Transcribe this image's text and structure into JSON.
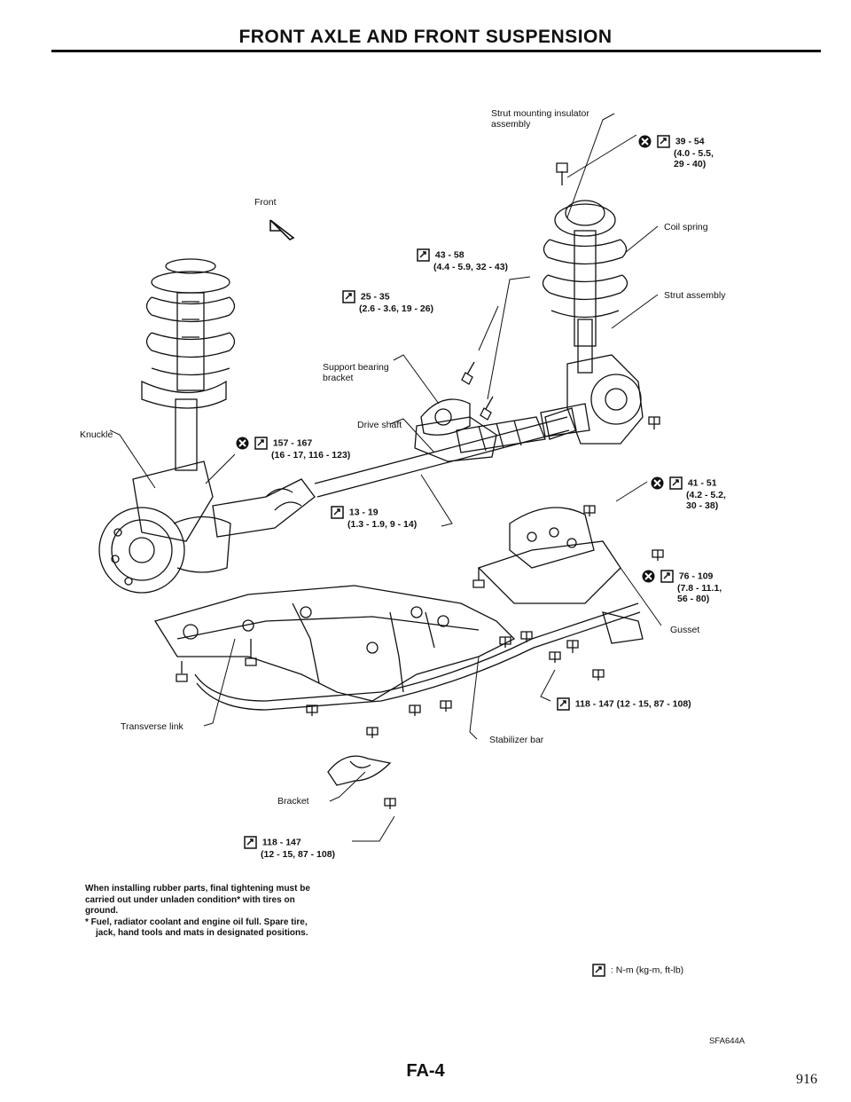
{
  "header": {
    "title": "FRONT AXLE AND FRONT SUSPENSION"
  },
  "labels": {
    "front": "Front",
    "strut_mounting_line1": "Strut mounting insulator",
    "strut_mounting_line2": "assembly",
    "coil_spring": "Coil spring",
    "strut_assembly": "Strut assembly",
    "support_bearing_line1": "Support bearing",
    "support_bearing_line2": "bracket",
    "drive_shaft": "Drive shaft",
    "knuckle": "Knuckle",
    "gusset": "Gusset",
    "transverse_link": "Transverse link",
    "stabilizer_bar": "Stabilizer bar",
    "bracket": "Bracket"
  },
  "torques": {
    "t39": [
      "39 - 54",
      "(4.0 - 5.5,",
      "29 - 40)"
    ],
    "t43": [
      "43 - 58",
      "(4.4 - 5.9, 32 - 43)"
    ],
    "t25": [
      "25 - 35",
      "(2.6 - 3.6, 19 - 26)"
    ],
    "t157": [
      "157 - 167",
      "(16 - 17, 116 - 123)"
    ],
    "t13": [
      "13 - 19",
      "(1.3 - 1.9, 9 - 14)"
    ],
    "t41": [
      "41 - 51",
      "(4.2 - 5.2,",
      "30 - 38)"
    ],
    "t76": [
      "76 - 109",
      "(7.8 - 11.1,",
      "56 - 80)"
    ],
    "t118a": [
      "118 - 147 (12 - 15, 87 - 108)"
    ],
    "t118b": [
      "118 - 147",
      "(12 - 15, 87 - 108)"
    ]
  },
  "note": {
    "main": "When installing rubber parts, final tightening must be carried out under unladen condition* with tires on ground.",
    "bullet": "* Fuel, radiator coolant and engine oil full. Spare tire, jack, hand tools and mats in designated positions."
  },
  "legend": {
    "text": ": N-m (kg-m, ft-lb)"
  },
  "footer": {
    "code": "SFA644A",
    "page_id": "FA-4",
    "page_number": "916"
  },
  "icons": [
    "torque-wrench-icon",
    "replace-nut-icon",
    "front-arrow-icon"
  ]
}
